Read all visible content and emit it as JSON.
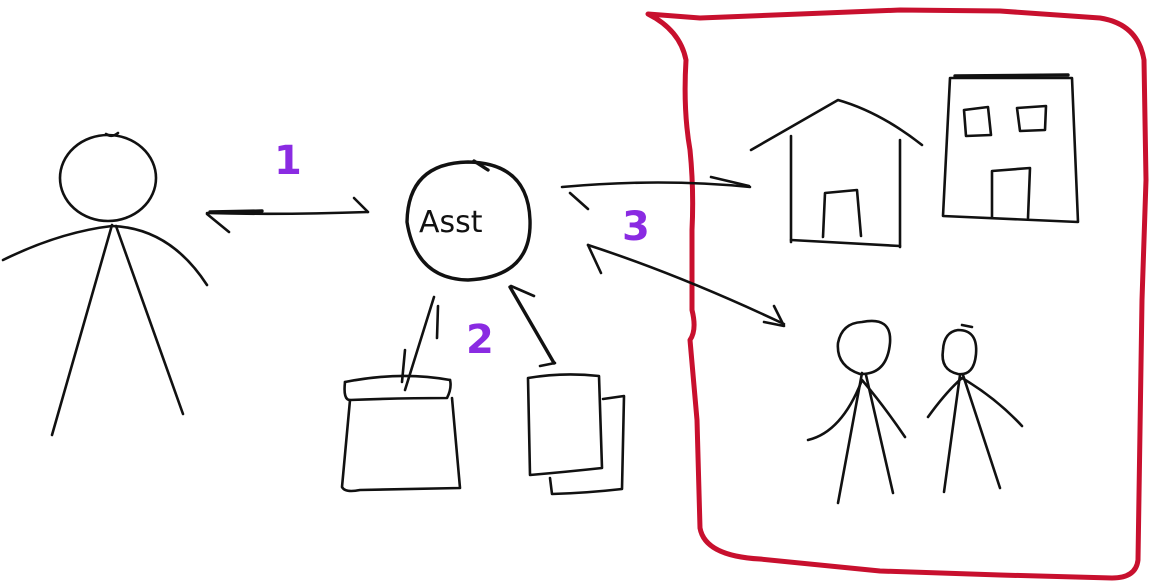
{
  "diagram": {
    "assistant_label": "Asst",
    "step_labels": {
      "step_1": "1",
      "step_2": "2",
      "step_3": "3"
    }
  },
  "colors": {
    "ink": "#111111",
    "step_number": "#8a2be2",
    "boundary": "#c8102e",
    "background": "#ffffff"
  },
  "icons": [
    "user-stick-figure-icon",
    "assistant-circle-icon",
    "folder-icon",
    "documents-icon",
    "house-icon",
    "building-icon",
    "people-icon"
  ]
}
